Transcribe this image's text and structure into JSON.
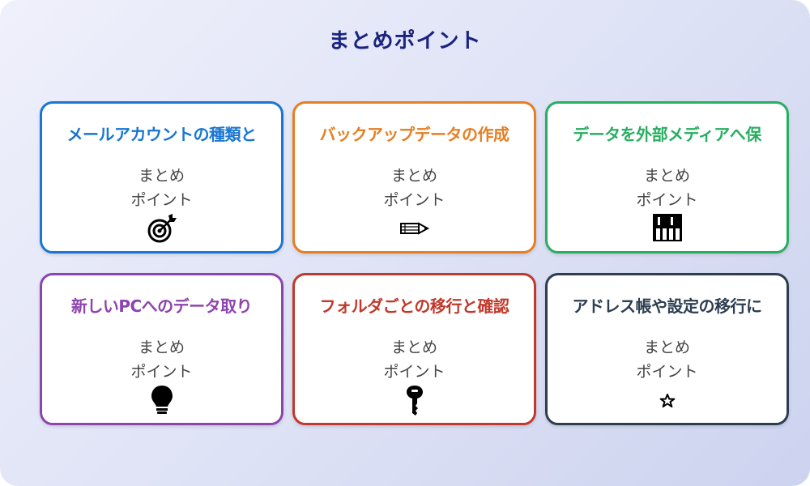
{
  "page": {
    "title": "まとめポイント"
  },
  "cards": [
    {
      "title": "メールアカウントの種類と",
      "line1": "まとめ",
      "line2": "ポイント",
      "icon": "target-icon",
      "color": "#1976d2"
    },
    {
      "title": "バックアップデータの作成",
      "line1": "まとめ",
      "line2": "ポイント",
      "icon": "pencil-icon",
      "color": "#e67e22"
    },
    {
      "title": "データを外部メディアへ保",
      "line1": "まとめ",
      "line2": "ポイント",
      "icon": "piano-keys-icon",
      "color": "#27ae60"
    },
    {
      "title": "新しいPCへのデータ取り",
      "line1": "まとめ",
      "line2": "ポイント",
      "icon": "lightbulb-icon",
      "color": "#8e44ad"
    },
    {
      "title": "フォルダごとの移行と確認",
      "line1": "まとめ",
      "line2": "ポイント",
      "icon": "key-icon",
      "color": "#c0392b"
    },
    {
      "title": "アドレス帳や設定の移行に",
      "line1": "まとめ",
      "line2": "ポイント",
      "icon": "star-icon",
      "color": "#2c3e50"
    }
  ]
}
